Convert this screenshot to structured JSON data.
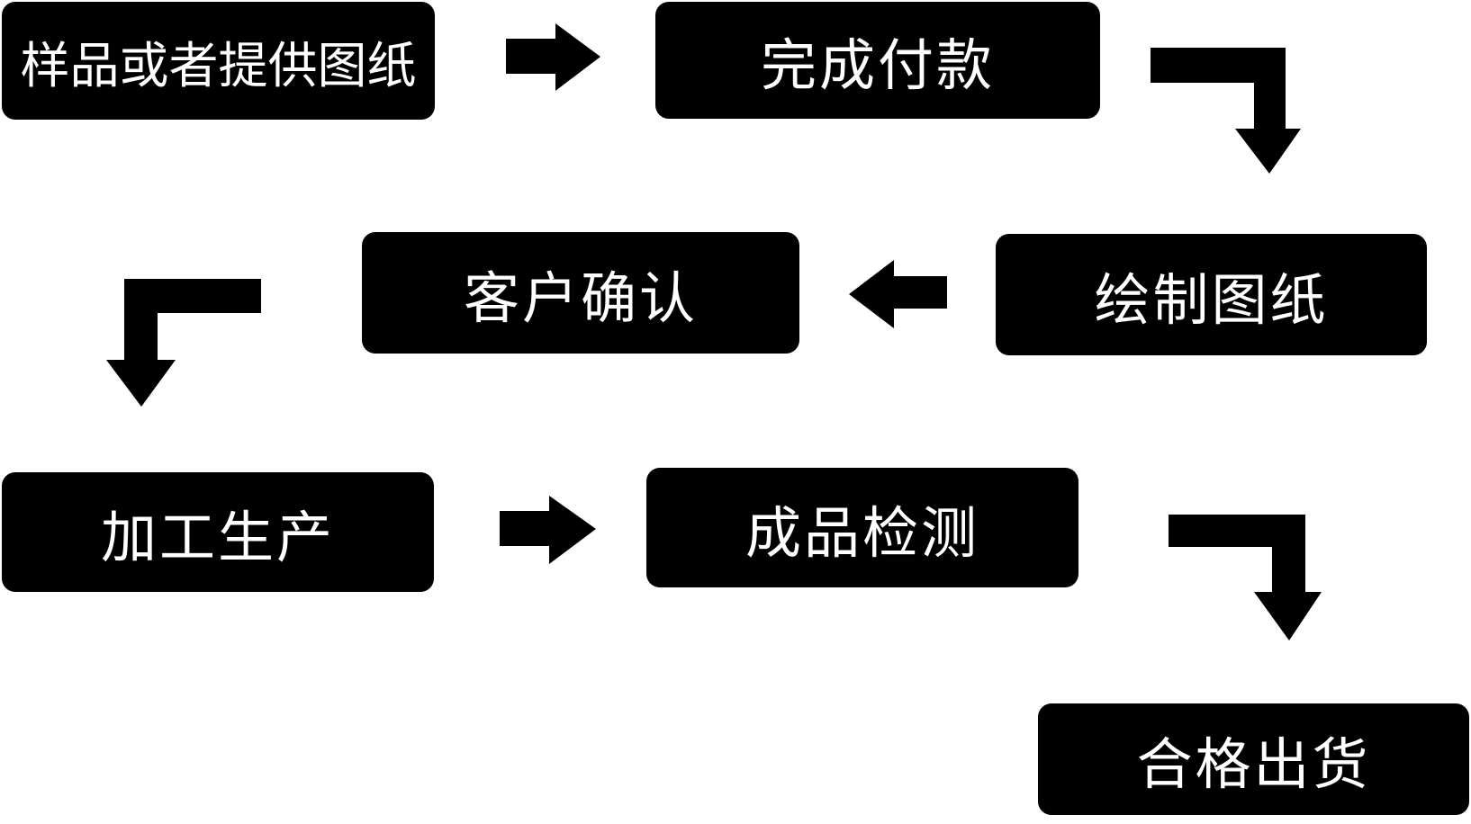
{
  "flowchart": {
    "description": "production process flow diagram",
    "colors": {
      "background": "#ffffff",
      "node_fill": "#000000",
      "node_text": "#ffffff",
      "arrow": "#000000"
    },
    "nodes": [
      {
        "id": "sample",
        "label": "样品或者提供图纸"
      },
      {
        "id": "payment",
        "label": "完成付款"
      },
      {
        "id": "drawing",
        "label": "绘制图纸"
      },
      {
        "id": "confirm",
        "label": "客户确认"
      },
      {
        "id": "production",
        "label": "加工生产"
      },
      {
        "id": "inspection",
        "label": "成品检测"
      },
      {
        "id": "shipment",
        "label": "合格出货"
      }
    ],
    "edges": [
      {
        "from": "样品或者提供图纸",
        "to": "完成付款",
        "direction": "right"
      },
      {
        "from": "完成付款",
        "to": "绘制图纸",
        "direction": "right-then-down"
      },
      {
        "from": "绘制图纸",
        "to": "客户确认",
        "direction": "left"
      },
      {
        "from": "客户确认",
        "to": "加工生产",
        "direction": "left-then-down"
      },
      {
        "from": "加工生产",
        "to": "成品检测",
        "direction": "right"
      },
      {
        "from": "成品检测",
        "to": "合格出货",
        "direction": "right-then-down"
      }
    ]
  }
}
